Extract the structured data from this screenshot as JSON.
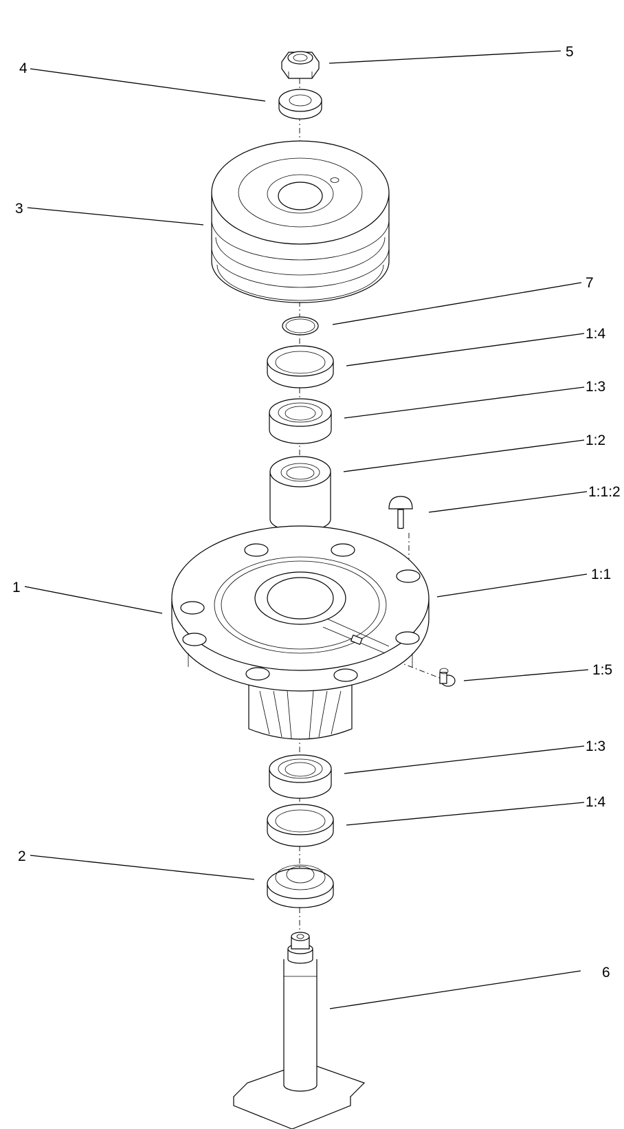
{
  "callouts": [
    {
      "id": "c5",
      "label": "5"
    },
    {
      "id": "c4",
      "label": "4"
    },
    {
      "id": "c3",
      "label": "3"
    },
    {
      "id": "c7",
      "label": "7"
    },
    {
      "id": "c14a",
      "label": "1:4"
    },
    {
      "id": "c13a",
      "label": "1:3"
    },
    {
      "id": "c12",
      "label": "1:2"
    },
    {
      "id": "c112",
      "label": "1:1:2"
    },
    {
      "id": "c11",
      "label": "1:1"
    },
    {
      "id": "c1",
      "label": "1"
    },
    {
      "id": "c15",
      "label": "1:5"
    },
    {
      "id": "c13b",
      "label": "1:3"
    },
    {
      "id": "c14b",
      "label": "1:4"
    },
    {
      "id": "c2",
      "label": "2"
    },
    {
      "id": "c6",
      "label": "6"
    }
  ],
  "parts": [
    {
      "name": "nut-part"
    },
    {
      "name": "washer-part"
    },
    {
      "name": "pulley-part"
    },
    {
      "name": "o-ring-part"
    },
    {
      "name": "upper-seal-part"
    },
    {
      "name": "upper-bearing-part"
    },
    {
      "name": "spacer-part"
    },
    {
      "name": "plug-part"
    },
    {
      "name": "spindle-housing-part"
    },
    {
      "name": "grease-fitting-part"
    },
    {
      "name": "lower-bearing-part"
    },
    {
      "name": "lower-seal-part"
    },
    {
      "name": "dust-cap-part"
    },
    {
      "name": "spindle-shaft-part"
    }
  ]
}
